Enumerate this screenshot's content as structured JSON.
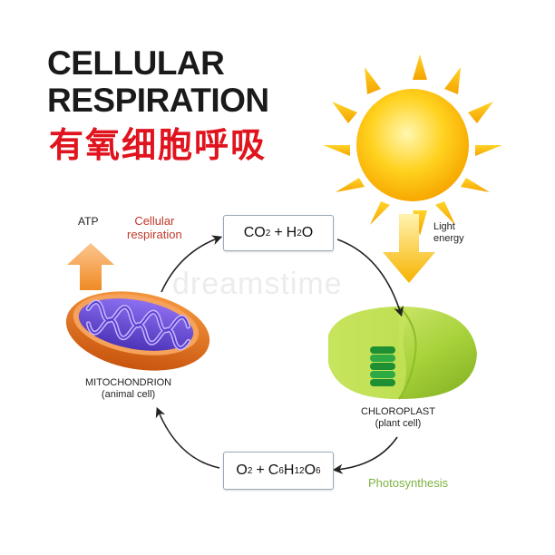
{
  "title": {
    "line1": "CELLULAR",
    "line2": "RESPIRATION",
    "chinese": "有氧细胞呼吸"
  },
  "labels": {
    "atp": "ATP",
    "cellular_respiration_1": "Cellular",
    "cellular_respiration_2": "respiration",
    "light_energy_1": "Light",
    "light_energy_2": "energy",
    "mitochondrion_name": "MITOCHONDRION",
    "mitochondrion_sub": "(animal cell)",
    "chloroplast_name": "CHLOROPLAST",
    "chloroplast_sub": "(plant cell)",
    "photosynthesis": "Photosynthesis"
  },
  "formulas": {
    "top": {
      "a": "CO",
      "a_sub": "2",
      "plus": "+",
      "b": "H",
      "b_sub": "2",
      "c": "O"
    },
    "bottom": {
      "a": "O",
      "a_sub": "2",
      "plus": "+",
      "b": "C",
      "b_sub": "6",
      "c": "H",
      "c_sub": "12",
      "d": "O",
      "d_sub": "6"
    }
  },
  "watermark": "dreamstime",
  "colors": {
    "title": "#1a1a1a",
    "chinese_title": "#e0141e",
    "cellular_respiration": "#c0392b",
    "photosynthesis": "#7cb342",
    "sun": "#f7b500",
    "atp_arrow": "#f39c3a",
    "mitochondrion_outer": "#e8711c",
    "mitochondrion_inner": "#6b4fd3",
    "chloroplast": "#9acd32",
    "thylakoid": "#2e9e3a"
  }
}
